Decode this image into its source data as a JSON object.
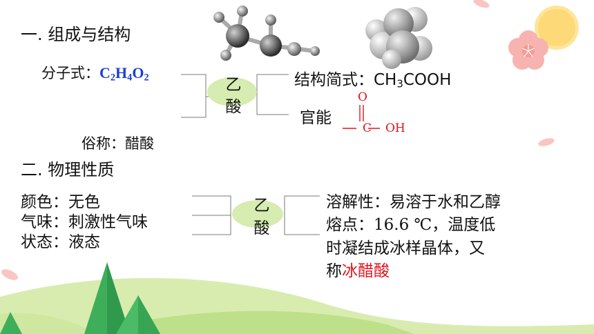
{
  "section1": {
    "heading": "一. 组成与结构",
    "molecular_formula_label": "分子式：",
    "molecular_formula": {
      "c": "C",
      "c_n": "2",
      "h": "H",
      "h_n": "4",
      "o": "O",
      "o_n": "2"
    },
    "common_name": "俗称：醋酸",
    "center_char_1": "乙",
    "center_char_2": "酸",
    "structural_label": "结构简式：",
    "structural_formula": {
      "a": "CH",
      "sub": "3",
      "b": "COOH"
    },
    "functional_group_label": "官能",
    "carboxyl": {
      "o": "O",
      "c": "C",
      "oh": "OH"
    }
  },
  "section2": {
    "heading": "二. 物理性质",
    "color_line": "颜色：无色",
    "smell_line": "气味：刺激性气味",
    "state_line": "状态：液态",
    "center_char_1": "乙",
    "center_char_2": "酸",
    "solubility_line": "溶解性：易溶于水和乙醇",
    "melting_label": "熔点：",
    "melting_value": "16.6 ℃",
    "melting_rest": "，温度低",
    "line3": "时凝结成冰样晶体，又",
    "line4_prefix": "称",
    "line4_highlight": "冰醋酸"
  },
  "colors": {
    "oval": "#d6ecb0",
    "formula_blue": "#1a3fd6",
    "highlight_red": "#e0141e",
    "tree_green": "#3fae5a",
    "hill_green": "#b9dc7a"
  },
  "decor_icons": [
    "ball-and-stick-model-icon",
    "space-filling-model-icon",
    "flower-icon",
    "sun-icon",
    "tree-icon",
    "petal-icon"
  ]
}
